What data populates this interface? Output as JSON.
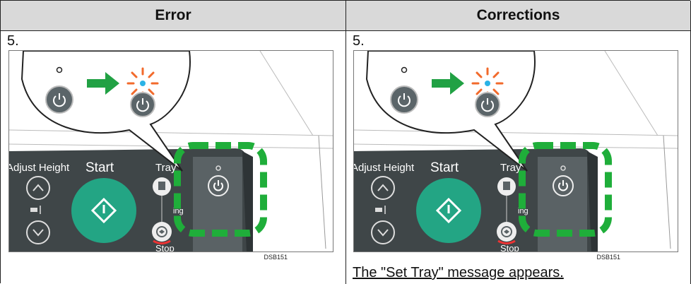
{
  "table": {
    "left": {
      "header": "Error",
      "step": "5.",
      "figure": {
        "adjust_label": "Adjust Height",
        "start_label": "Start",
        "tray_label": "Tray",
        "printing_label": "ing",
        "stop_label": "Stop",
        "code": "DSB151"
      }
    },
    "right": {
      "header": "Corrections",
      "step": "5.",
      "figure": {
        "adjust_label": "Adjust Height",
        "start_label": "Start",
        "tray_label": "Tray",
        "printing_label": "ing",
        "stop_label": "Stop",
        "code": "DSB151"
      },
      "note": "The \"Set Tray\" message appears."
    }
  },
  "colors": {
    "panel": "#3f4648",
    "start_button": "#23a584",
    "highlight": "#1fae3a",
    "arrow": "#21a144",
    "blink": "#f26a2b",
    "led": "#2ab3e6"
  },
  "icons": [
    "power-icon",
    "arrow-right-icon",
    "blinking-light-icon",
    "chevron-up-icon",
    "chevron-down-icon",
    "start-icon",
    "stop-icon",
    "tray-icon"
  ]
}
